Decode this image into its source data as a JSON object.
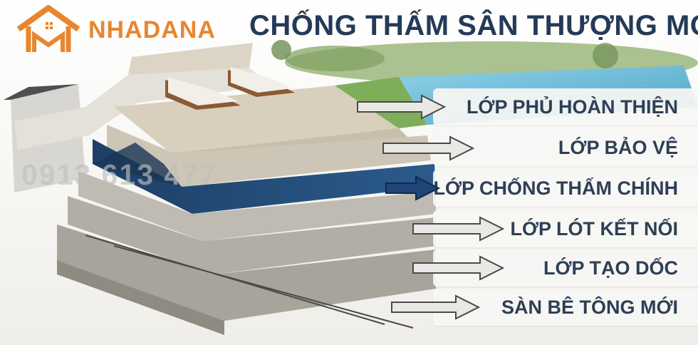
{
  "brand": {
    "name": "NHADANA",
    "color": "#e8862f"
  },
  "title": "CHỐNG THẤM SÂN THƯỢNG MỚI",
  "watermark": "0913 613 477",
  "layers": [
    {
      "label": "LỚP PHỦ HOÀN THIỆN",
      "arrow_color": "#4a4a4a"
    },
    {
      "label": "LỚP BẢO VỆ",
      "arrow_color": "#4a4a4a"
    },
    {
      "label": "LỚP CHỐNG THẤM CHÍNH",
      "arrow_color": "#1f4577"
    },
    {
      "label": "LỚP LÓT KẾT NỐI",
      "arrow_color": "#4a4a4a"
    },
    {
      "label": "LỚP TẠO DỐC",
      "arrow_color": "#4a4a4a"
    },
    {
      "label": "SÀN BÊ TÔNG MỚI",
      "arrow_color": "#4a4a4a"
    }
  ]
}
